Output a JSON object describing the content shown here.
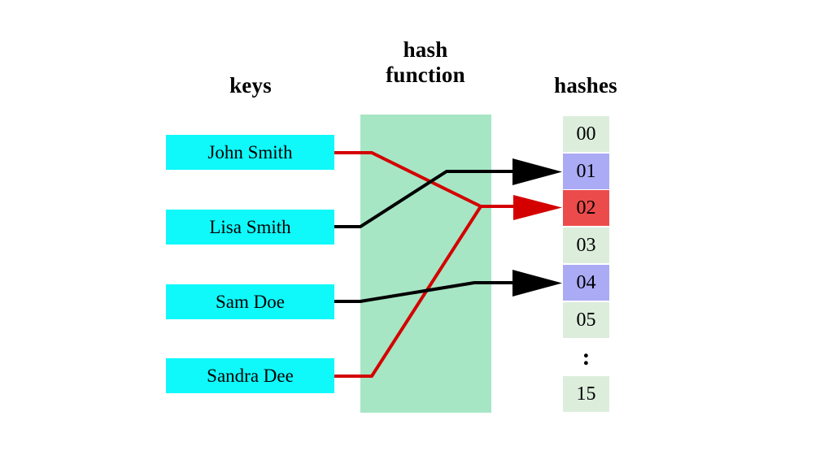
{
  "diagram": {
    "title": "hash function mapping keys to hashes",
    "background": "#ffffff",
    "headings": {
      "keys": "keys",
      "hash_function": "hash\nfunction",
      "hashes": "hashes"
    },
    "colors": {
      "key_box": "#0ff9fb",
      "hash_function_band": "#a6e6c4",
      "hash_cell_empty": "#dceddc",
      "hash_cell_filled": "#aaaaf5",
      "hash_cell_collision": "#ec4b4b",
      "line_normal": "#000000",
      "line_collision": "#d40000"
    },
    "keys": [
      {
        "label": "John Smith",
        "maps_to": "02",
        "line_color": "#d40000"
      },
      {
        "label": "Lisa Smith",
        "maps_to": "01",
        "line_color": "#000000"
      },
      {
        "label": "Sam Doe",
        "maps_to": "04",
        "line_color": "#000000"
      },
      {
        "label": "Sandra Dee",
        "maps_to": "02",
        "line_color": "#d40000"
      }
    ],
    "hashes": [
      {
        "label": "00",
        "state": "empty"
      },
      {
        "label": "01",
        "state": "filled"
      },
      {
        "label": "02",
        "state": "collision"
      },
      {
        "label": "03",
        "state": "empty"
      },
      {
        "label": "04",
        "state": "filled"
      },
      {
        "label": "05",
        "state": "empty"
      },
      {
        "label": "15",
        "state": "empty"
      }
    ],
    "ellipsis": ":"
  }
}
